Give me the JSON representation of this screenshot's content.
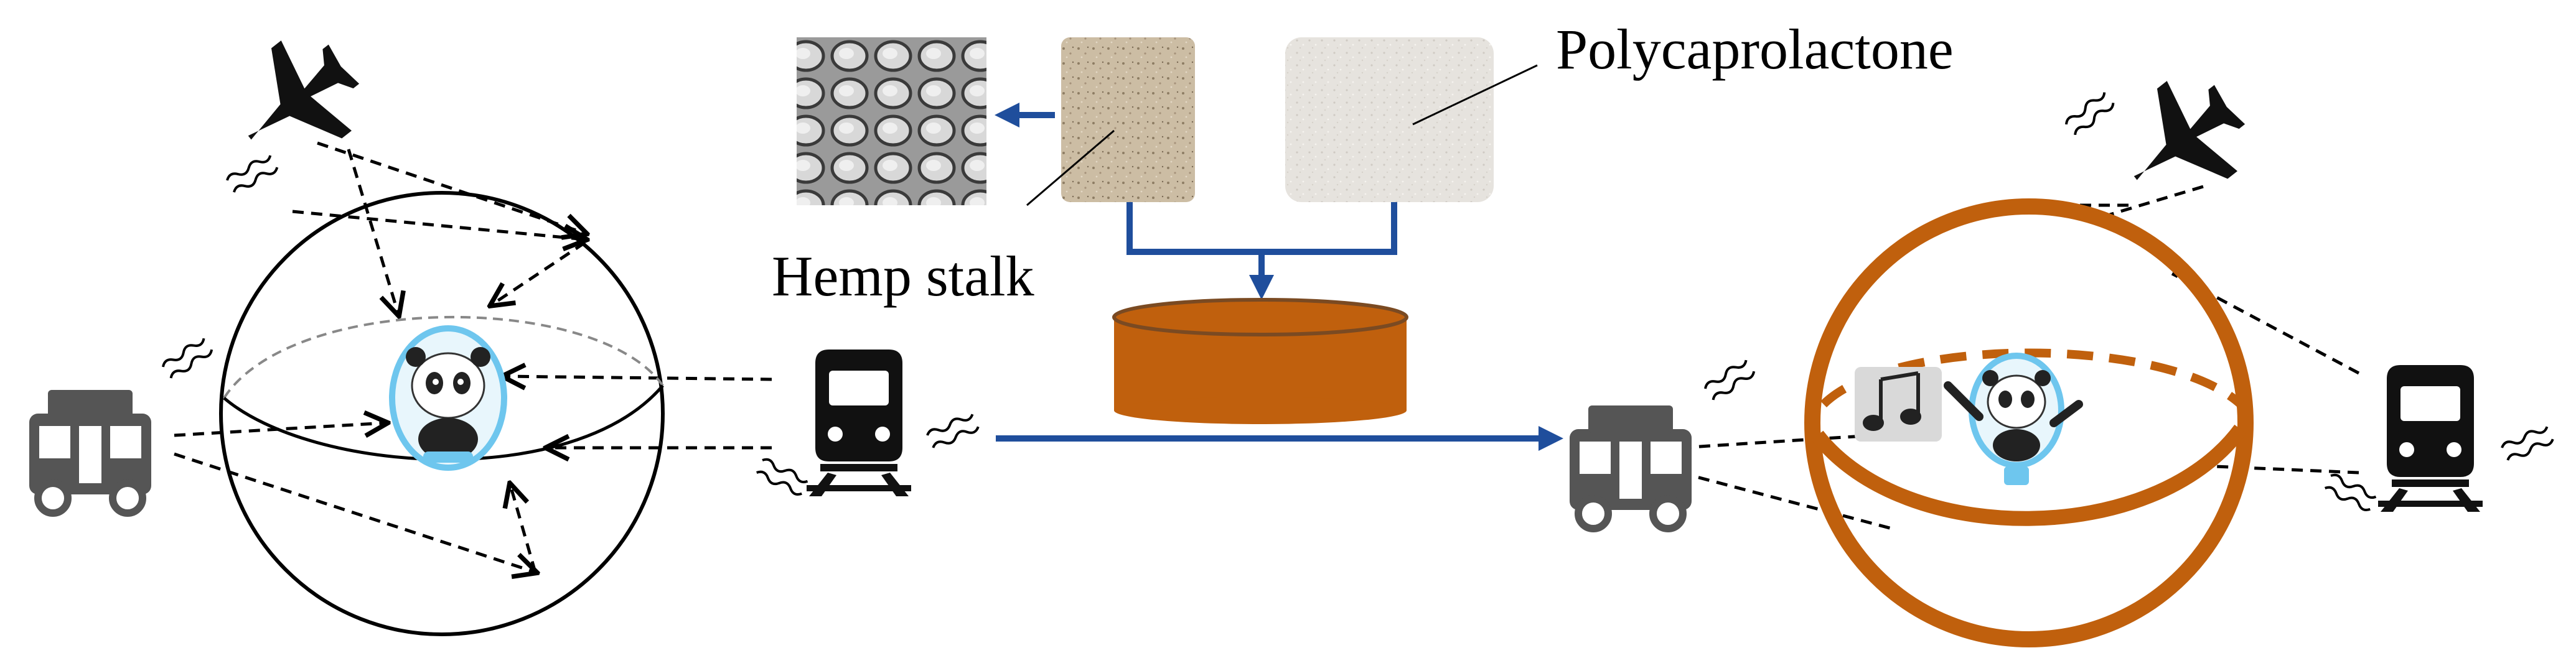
{
  "labels": {
    "polycaprolactone": "Polycaprolactone",
    "hemp_stalk": "Hemp stalk"
  },
  "colors": {
    "arrow_blue": "#1f4e9c",
    "composite_orange": "#c0600d",
    "composite_edge": "#7a4a22",
    "vehicle_gray": "#555555",
    "icon_black": "#111111",
    "noise_lines": "#000000",
    "hemp_powder": "#c9b9a0",
    "pcl_powder": "#e4e1dc",
    "sem_gray": "#8a8a8a",
    "panda_blue": "#6ec6ee"
  },
  "icons": {
    "airplane": "airplane-icon",
    "bus": "bus-icon",
    "train": "train-icon",
    "music_notes": "music-notes-icon",
    "panda_mascot": "panda-mascot-icon"
  },
  "scenes": {
    "before": "plain sphere with mascot exposed to noise from airplane, bus and train",
    "after": "hemp/polycaprolactone composite sphere shielding mascot from noise"
  }
}
